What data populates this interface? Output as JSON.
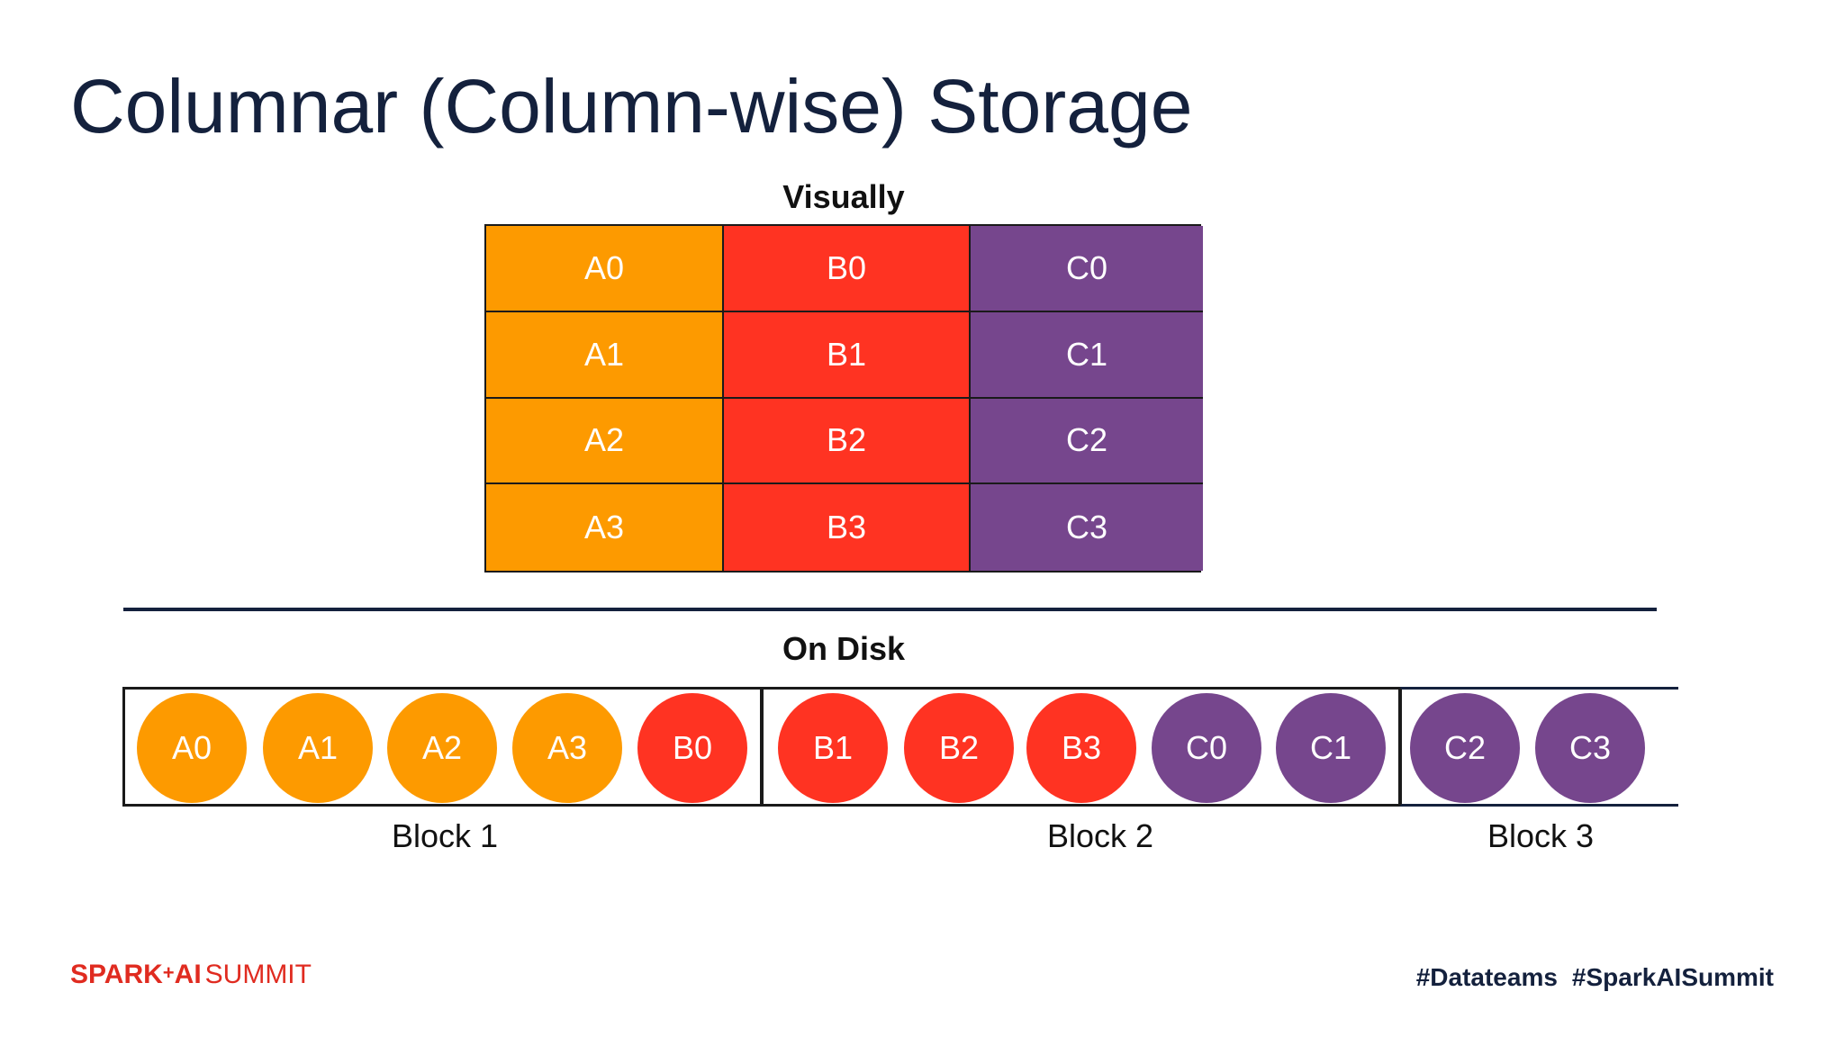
{
  "title": "Columnar (Column-wise) Storage",
  "visually_label": "Visually",
  "on_disk_label": "On Disk",
  "colors": {
    "orange": "#fd9a00",
    "red": "#ff3322",
    "purple": "#76468d",
    "navy": "#14213d",
    "brand_red": "#e02b20"
  },
  "grid": {
    "rows": [
      [
        "A0",
        "B0",
        "C0"
      ],
      [
        "A1",
        "B1",
        "C1"
      ],
      [
        "A2",
        "B2",
        "C2"
      ],
      [
        "A3",
        "B3",
        "C3"
      ]
    ]
  },
  "disk": {
    "items": [
      {
        "label": "A0",
        "color": "#fd9a00"
      },
      {
        "label": "A1",
        "color": "#fd9a00"
      },
      {
        "label": "A2",
        "color": "#fd9a00"
      },
      {
        "label": "A3",
        "color": "#fd9a00"
      },
      {
        "label": "B0",
        "color": "#ff3322"
      },
      {
        "label": "B1",
        "color": "#ff3322"
      },
      {
        "label": "B2",
        "color": "#ff3322"
      },
      {
        "label": "B3",
        "color": "#ff3322"
      },
      {
        "label": "C0",
        "color": "#76468d"
      },
      {
        "label": "C1",
        "color": "#76468d"
      },
      {
        "label": "C2",
        "color": "#76468d"
      },
      {
        "label": "C3",
        "color": "#76468d"
      }
    ],
    "blocks": [
      "Block 1",
      "Block 2",
      "Block 3"
    ]
  },
  "footer": {
    "logo_brand": "SPARK",
    "logo_plus": "+",
    "logo_ai": "AI",
    "logo_summit": "SUMMIT",
    "hashtag_1": "#Datateams",
    "hashtag_2": "#SparkAISummit"
  }
}
